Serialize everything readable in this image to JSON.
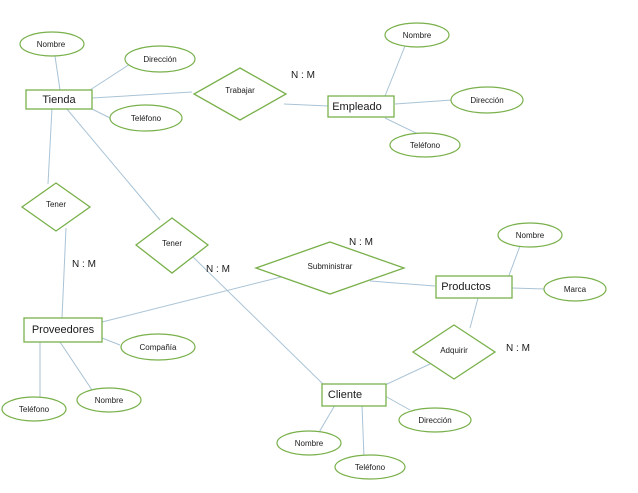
{
  "entities": {
    "tienda": "Tienda",
    "empleado": "Empleado",
    "proveedores": "Proveedores",
    "productos": "Productos",
    "cliente": "Cliente"
  },
  "attributes": {
    "tienda_nombre": "Nombre",
    "tienda_direccion": "Dirección",
    "tienda_telefono": "Teléfono",
    "empleado_nombre": "Nombre",
    "empleado_direccion": "Dirección",
    "empleado_telefono": "Teléfono",
    "proveedores_compania": "Compañía",
    "proveedores_nombre": "Nombre",
    "proveedores_telefono": "Teléfono",
    "productos_nombre": "Nombre",
    "productos_marca": "Marca",
    "cliente_direccion": "Dirección",
    "cliente_nombre": "Nombre",
    "cliente_telefono": "Teléfono"
  },
  "relationships": {
    "trabajar": "Trabajar",
    "tener_proveedores": "Tener",
    "tener_cliente": "Tener",
    "subministrar": "Subministrar",
    "adquirir": "Adquirir"
  },
  "cardinalities": {
    "trabajar": "N : M",
    "tener_proveedores": "N : M",
    "tener_cliente": "N : M",
    "subministrar": "N : M",
    "adquirir": "N : M"
  }
}
